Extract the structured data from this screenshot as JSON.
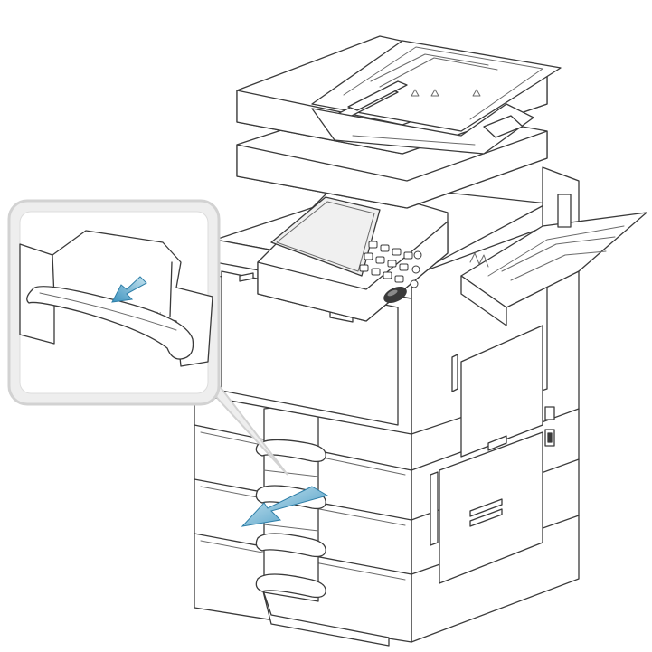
{
  "illustration": {
    "subject": "multifunction-printer",
    "action": "pull-out-paper-tray",
    "colors": {
      "line": "#3a3a3a",
      "body": "#ffffff",
      "screen": "#efefef",
      "callout_bg": "#eeeeee",
      "callout_border": "#d2d2d2",
      "arrow_light": "#b9dcea",
      "arrow_dark": "#3d93bf",
      "paper_highlight": "#5aa7cc"
    },
    "icons": {
      "tray_marks": "triangle-icon",
      "pull_arrow": "arrow-icon",
      "zoom_callout": "magnifier-callout"
    },
    "keypad_keys": 12
  }
}
